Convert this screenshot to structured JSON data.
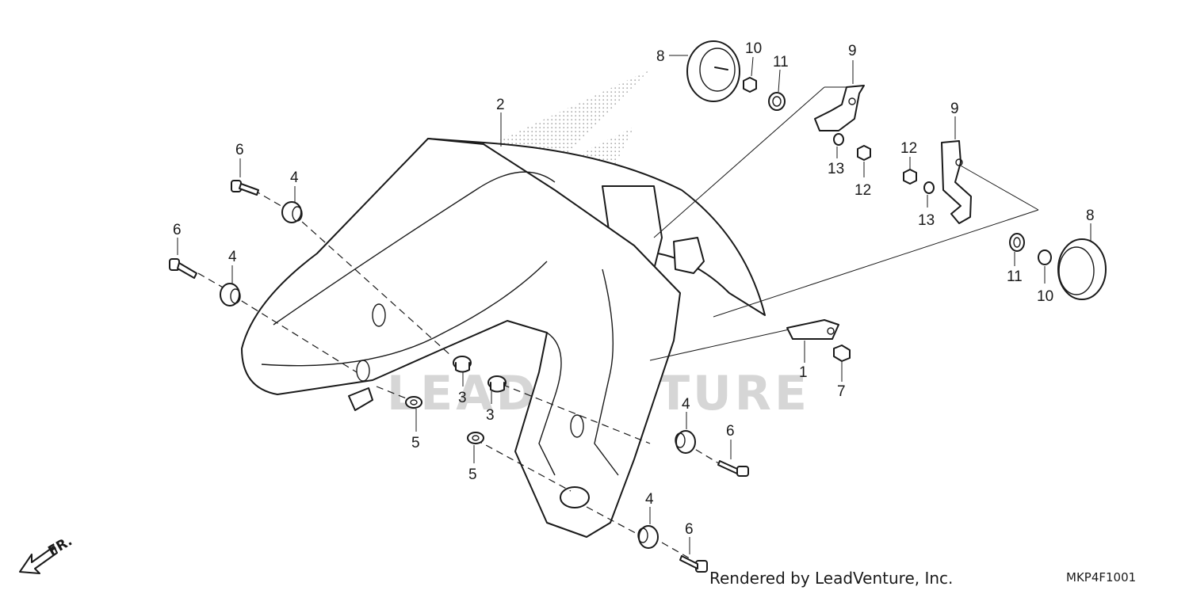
{
  "diagram": {
    "credit": "Rendered by LeadVenture, Inc.",
    "diagram_code": "MKP4F1001",
    "watermark": "LEADVENTURE",
    "direction_label": "FR.",
    "callouts": [
      "1",
      "2",
      "3",
      "3",
      "4",
      "4",
      "4",
      "4",
      "5",
      "5",
      "6",
      "6",
      "6",
      "6",
      "7",
      "8",
      "8",
      "9",
      "9",
      "10",
      "10",
      "11",
      "11",
      "12",
      "12",
      "13",
      "13"
    ]
  }
}
